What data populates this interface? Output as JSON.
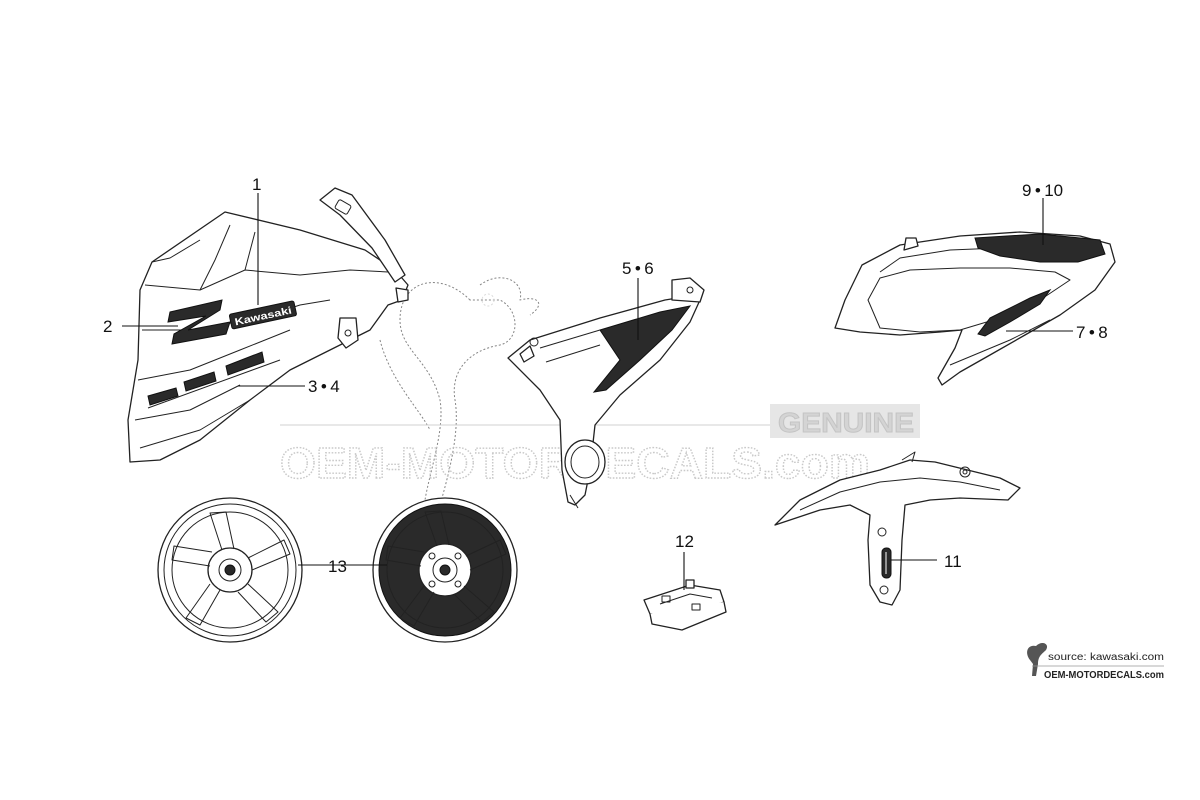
{
  "callouts": {
    "c1": "1",
    "c2": "2",
    "c34": "3 • 4",
    "c56": "5 • 6",
    "c910": "9 • 10",
    "c78": "7 • 8",
    "c12": "12",
    "c13": "13",
    "c11": "11"
  },
  "decal_text": {
    "logo_letter": "Z",
    "brand_badge": "Kawasaki"
  },
  "watermark": {
    "site_name": "OEM-MOTORDECALS.com",
    "genuine_badge": "GENUINE"
  },
  "source_credit": {
    "source_line": "source: kawasaki.com",
    "site_line": "OEM-MOTORDECALS.com"
  },
  "colors": {
    "line": "#222222",
    "watermark": "#c9c9c9",
    "background": "#ffffff"
  }
}
